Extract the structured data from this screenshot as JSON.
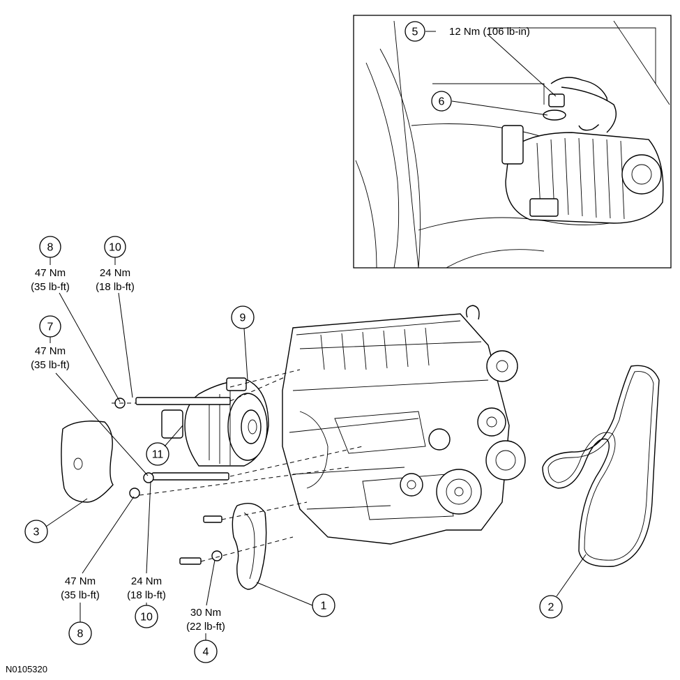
{
  "figure_id": "N0105320",
  "inset": {
    "callouts": [
      {
        "num": "5",
        "torque": "12 Nm (106 lb-in)"
      },
      {
        "num": "6"
      }
    ]
  },
  "callouts": {
    "c1": {
      "num": "1"
    },
    "c2": {
      "num": "2"
    },
    "c3": {
      "num": "3"
    },
    "c4": {
      "num": "4",
      "torque_nm": "30 Nm",
      "torque_imp": "(22 lb-ft)"
    },
    "c7": {
      "num": "7",
      "torque_nm": "47 Nm",
      "torque_imp": "(35 lb-ft)"
    },
    "c8_top": {
      "num": "8",
      "torque_nm": "47 Nm",
      "torque_imp": "(35 lb-ft)"
    },
    "c8_bottom": {
      "num": "8",
      "torque_nm": "47 Nm",
      "torque_imp": "(35 lb-ft)"
    },
    "c9": {
      "num": "9"
    },
    "c10_top": {
      "num": "10",
      "torque_nm": "24 Nm",
      "torque_imp": "(18 lb-ft)"
    },
    "c10_bottom": {
      "num": "10",
      "torque_nm": "24 Nm",
      "torque_imp": "(18 lb-ft)"
    },
    "c11": {
      "num": "11"
    }
  }
}
